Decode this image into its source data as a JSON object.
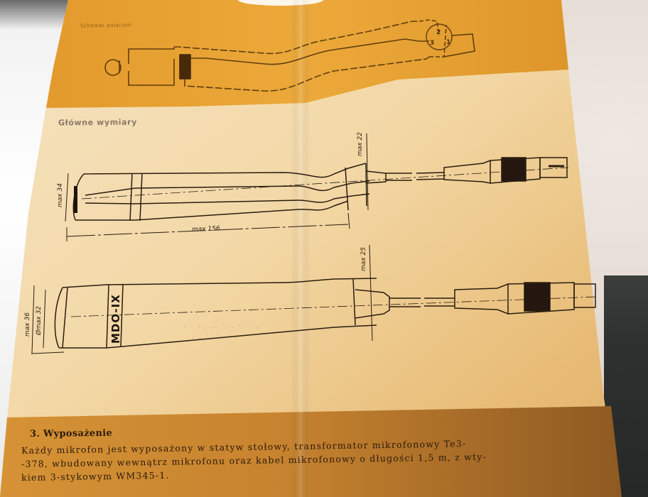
{
  "document": {
    "language": "pl",
    "product_model": "MDO-IX",
    "schematic": {
      "heading": "Schemat połączeń",
      "connector_pins": [
        "2",
        "3",
        "1"
      ]
    },
    "dimensions": {
      "section_title": "Główne wymiary",
      "drawing_top": {
        "height_label": "max 34",
        "length_label": "max 156",
        "cable_label": "max 22"
      },
      "drawing_bottom": {
        "brand_marking": "MDO-IX",
        "height_label": "max 36",
        "diameter_label": "Ømax 32",
        "cable_label": "max 25"
      }
    },
    "equipment": {
      "section_number": "3.",
      "section_title": "Wyposażenie",
      "lines": [
        "Każdy mikrofon jest wyposażony w statyw stołowy, transformator mikrofonowy Te3-",
        "-378, wbudowany wewnątrz mikrofonu oraz kabel mikrofonowy o długości 1,5 m, z wty-",
        "kiem 3-stykowym WM345-1."
      ]
    }
  },
  "colors": {
    "paper_orange": "#e8a536",
    "paper_cream": "#f1d9a8",
    "paper_bottom": "#c98530",
    "ink": "#2a1c0e",
    "background_marble": "#e3d9d1",
    "background_dark": "#2f3131"
  }
}
